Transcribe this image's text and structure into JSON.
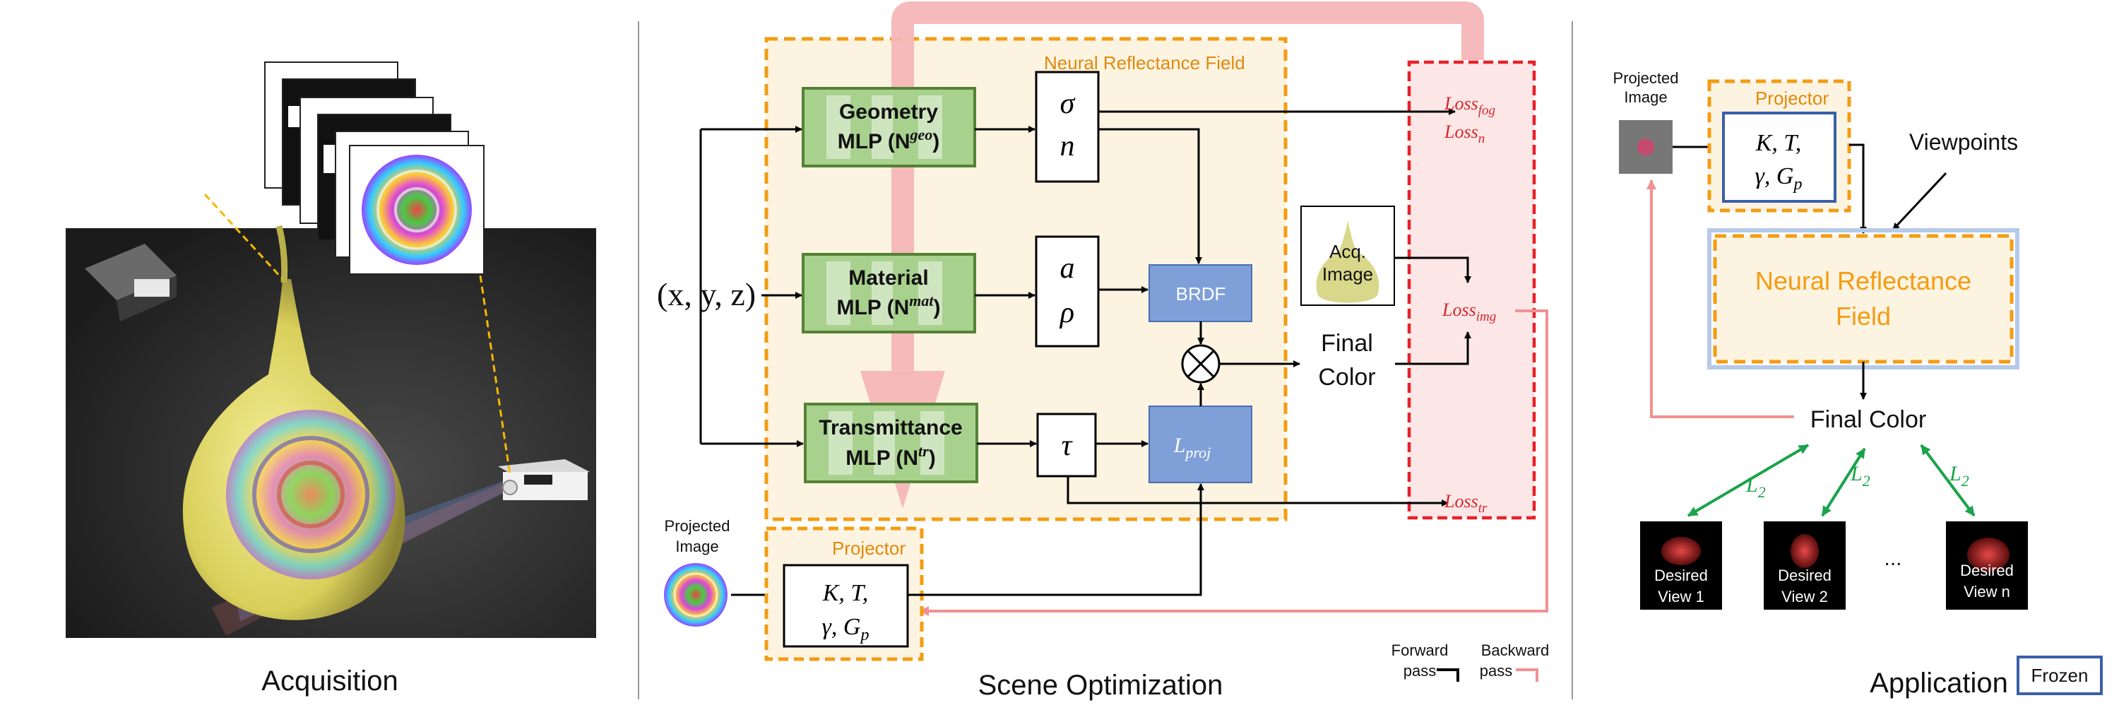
{
  "sections": {
    "acquisition": "Acquisition",
    "scene_optimization": "Scene Optimization",
    "application": "Application"
  },
  "optimization": {
    "nrf_label": "Neural Reflectance Field",
    "input": "(x, y, z)",
    "geometry_mlp": {
      "line1": "Geometry",
      "line2": "MLP (N",
      "sup": "geo",
      "close": ")"
    },
    "material_mlp": {
      "line1": "Material",
      "line2": "MLP (N",
      "sup": "mat",
      "close": ")"
    },
    "transmittance_mlp": {
      "line1": "Transmittance",
      "line2": "MLP (N",
      "sup": "tr",
      "close": ")"
    },
    "geo_out": [
      "σ",
      "n"
    ],
    "mat_out": [
      "a",
      "ρ"
    ],
    "tr_out": "τ",
    "brdf": "BRDF",
    "lproj": "L",
    "lproj_sub": "proj",
    "acq_image": [
      "Acq.",
      "Image"
    ],
    "final_color": [
      "Final",
      "Color"
    ],
    "losses": {
      "fog": {
        "base": "Loss",
        "sub": "fog"
      },
      "n": {
        "base": "Loss",
        "sub": "n"
      },
      "img": {
        "base": "Loss",
        "sub": "img"
      },
      "tr": {
        "base": "Loss",
        "sub": "tr"
      }
    },
    "projected_image": [
      "Projected",
      "Image"
    ],
    "projector": "Projector",
    "projector_params": [
      "K, T,",
      "γ, G"
    ],
    "projector_params_sub": "p",
    "legend": {
      "forward": [
        "Forward",
        "pass"
      ],
      "backward": [
        "Backward",
        "pass"
      ]
    }
  },
  "application": {
    "projected_image": [
      "Projected",
      "Image"
    ],
    "projector": "Projector",
    "projector_params": [
      "K, T,",
      "γ, G"
    ],
    "projector_params_sub": "p",
    "viewpoints": "Viewpoints",
    "nrf": [
      "Neural Reflectance",
      "Field"
    ],
    "final_color": "Final Color",
    "l2": "L",
    "l2_sub": "2",
    "views": [
      [
        "Desired",
        "View 1"
      ],
      [
        "Desired",
        "View 2"
      ],
      [
        "Desired",
        "View n"
      ]
    ],
    "ellipsis": "...",
    "frozen": "Frozen"
  },
  "colors": {
    "orange": "#f39c12",
    "red_dash": "#e8212a",
    "green_fill": "#a9d18e",
    "green_stroke": "#548235",
    "blue_fill": "#7f9fd8",
    "backward": "#f29191",
    "loss_text": "#d6262b",
    "l2_green": "#1aa34a"
  }
}
